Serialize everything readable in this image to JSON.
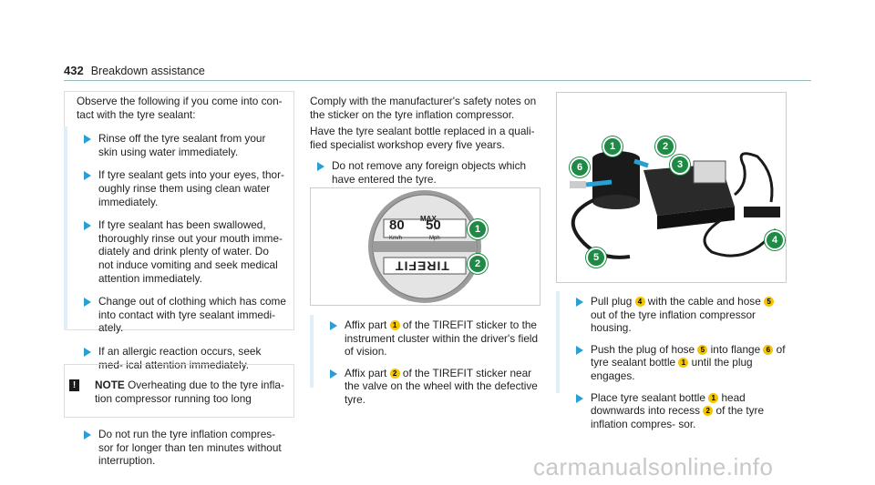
{
  "header": {
    "page_number": "432",
    "section": "Breakdown assistance"
  },
  "col1": {
    "intro": "Observe the following if you come into con- tact with the tyre sealant:",
    "steps": [
      "Rinse off the tyre sealant from your skin using water immediately.",
      "If tyre sealant gets into your eyes, thor- oughly rinse them using clean water immediately.",
      "If tyre sealant has been swallowed, thoroughly rinse out your mouth imme- diately and drink plenty of water. Do not induce vomiting and seek medical attention immediately.",
      "Change out of clothing which has come into contact with tyre sealant immedi- ately.",
      "If an allergic reaction occurs, seek med- ical attention immediately."
    ],
    "note_title": "NOTE",
    "note_text": "Overheating due to the tyre infla- tion compressor running too long",
    "note_step": "Do not run the tyre inflation compres- sor for longer than ten minutes without interruption."
  },
  "col2": {
    "p1": "Comply with the manufacturer's safety notes on the sticker on the tyre inflation compressor.",
    "p2": "Have the tyre sealant bottle replaced in a quali- fied specialist workshop every five years.",
    "step1": "Do not remove any foreign objects which have entered the tyre.",
    "sticker": {
      "max": "MAX",
      "speed_kmh": "80",
      "speed_mph": "50",
      "unit_kmh": "Km/h",
      "unit_mph": "Mph",
      "brand": "TIREFIT"
    },
    "callouts": [
      "1",
      "2"
    ],
    "steps": [
      {
        "pre": "Affix part ",
        "num": "1",
        "post": " of the TIREFIT sticker to the instrument cluster within the driver's field of vision."
      },
      {
        "pre": "Affix part ",
        "num": "2",
        "post": " of the TIREFIT sticker near the valve on the wheel with the defective tyre."
      }
    ]
  },
  "col3": {
    "callouts": [
      "1",
      "2",
      "3",
      "4",
      "5",
      "6"
    ],
    "steps": [
      {
        "a": "Pull plug ",
        "n1": "4",
        "b": " with the cable and hose ",
        "n2": "5",
        "c": " out of the tyre inflation compressor housing."
      },
      {
        "a": "Push the plug of hose ",
        "n1": "5",
        "b": " into flange ",
        "n2": "6",
        "c": " of tyre sealant bottle ",
        "n3": "1",
        "d": " until the plug engages."
      },
      {
        "a": "Place tyre sealant bottle ",
        "n1": "1",
        "b": " head downwards into recess ",
        "n2": "2",
        "c": " of the tyre inflation compres- sor."
      }
    ]
  },
  "watermark": "carmanualsonline.info"
}
